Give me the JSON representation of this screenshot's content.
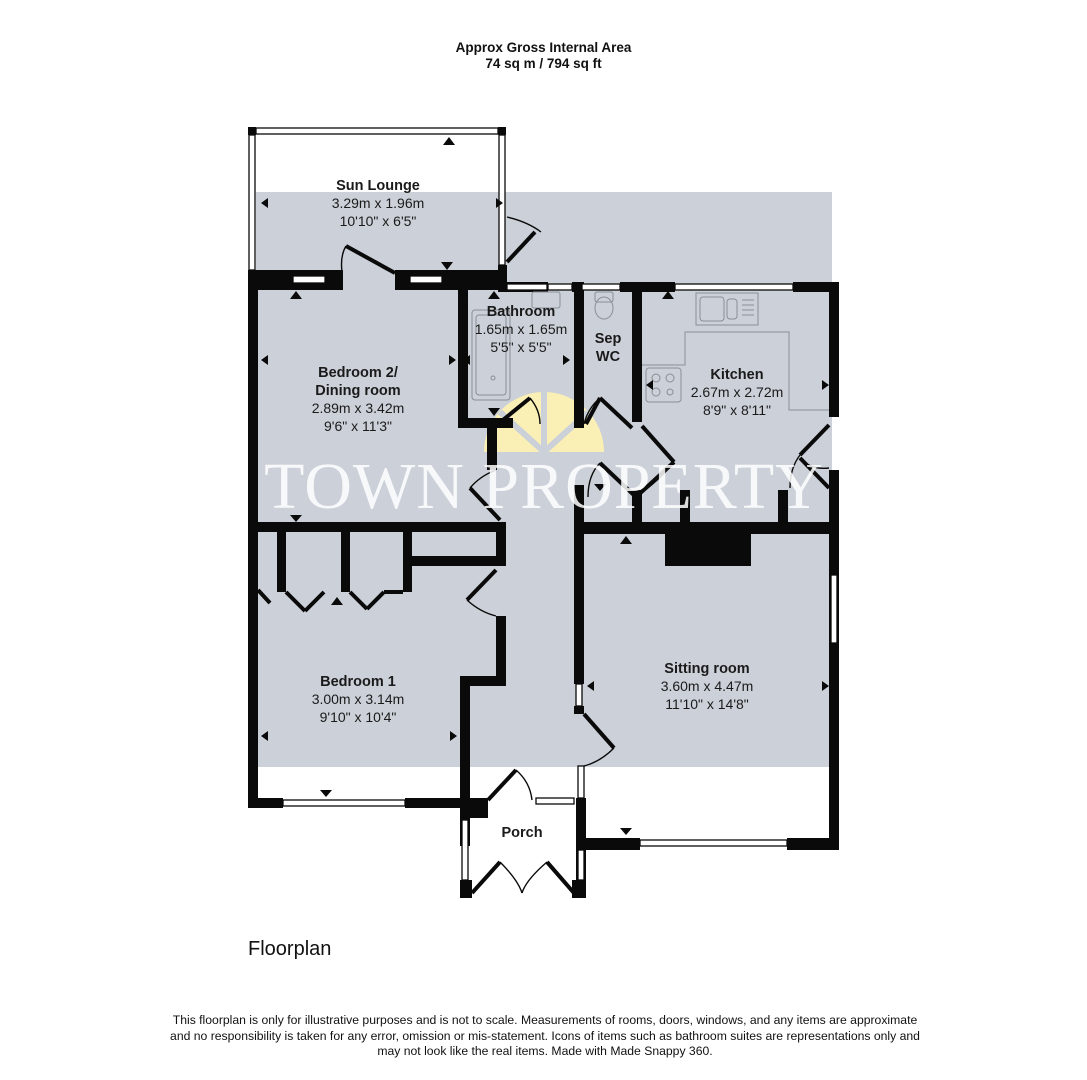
{
  "header": {
    "line1": "Approx Gross Internal Area",
    "line2": "74 sq m / 794 sq ft"
  },
  "watermark": {
    "text": "TOWN PROPERTY",
    "sun_color": "#fff3b0"
  },
  "colors": {
    "floor_fill": "#ccd1d9",
    "wall": "#0a0a0a",
    "background": "#ffffff"
  },
  "rooms": {
    "sun_lounge": {
      "name": "Sun Lounge",
      "metric": "3.29m x 1.96m",
      "imperial": "10'10\" x 6'5\""
    },
    "bedroom2": {
      "name_line1": "Bedroom 2/",
      "name_line2": "Dining room",
      "metric": "2.89m x 3.42m",
      "imperial": "9'6\" x 11'3\""
    },
    "bathroom": {
      "name": "Bathroom",
      "metric": "1.65m x 1.65m",
      "imperial": "5'5\" x 5'5\""
    },
    "sep_wc": {
      "name_line1": "Sep",
      "name_line2": "WC"
    },
    "kitchen": {
      "name": "Kitchen",
      "metric": "2.67m x 2.72m",
      "imperial": "8'9\" x 8'11\""
    },
    "bedroom1": {
      "name": "Bedroom 1",
      "metric": "3.00m x 3.14m",
      "imperial": "9'10\" x 10'4\""
    },
    "sitting_room": {
      "name": "Sitting room",
      "metric": "3.60m x 4.47m",
      "imperial": "11'10\" x 14'8\""
    },
    "porch": {
      "name": "Porch"
    }
  },
  "floor_title": "Floorplan",
  "disclaimer": "This floorplan is only for illustrative purposes and is not to scale. Measurements of rooms, doors, windows, and any items are approximate and no responsibility is taken for any error, omission or mis-statement. Icons of items such as bathroom suites are representations only and may not look like the real items. Made with Made Snappy 360."
}
